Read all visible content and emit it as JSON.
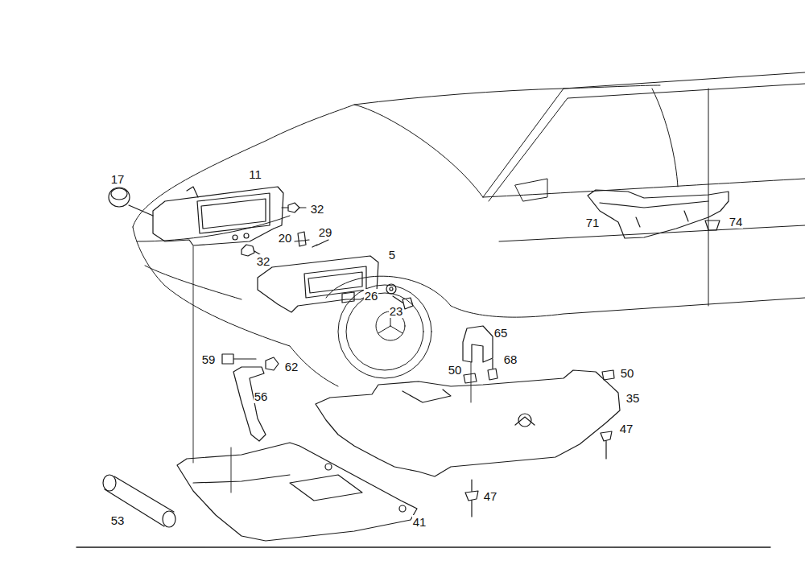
{
  "diagram": {
    "labels": [
      "11",
      "17",
      "32",
      "71",
      "74",
      "20",
      "29",
      "5",
      "32",
      "26",
      "23",
      "65",
      "59",
      "68",
      "62",
      "50",
      "50",
      "35",
      "56",
      "47",
      "47",
      "53",
      "41"
    ]
  }
}
